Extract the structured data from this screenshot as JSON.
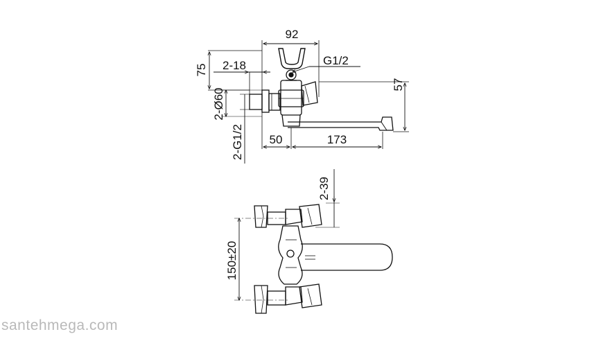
{
  "drawing": {
    "top_view": {
      "dim_width_top": "92",
      "dim_outlet_thread": "G1/2",
      "dim_height_left": "75",
      "dim_offset_2_18": "2-18",
      "dim_diameter": "2-Ø60",
      "dim_inlet_thread": "2-G1/2",
      "dim_spout_height": "57",
      "dim_offset_50": "50",
      "dim_spout_length": "173"
    },
    "front_view": {
      "dim_handle": "2-39",
      "dim_centers": "150±20"
    }
  },
  "watermark": "santehmega.com",
  "colors": {
    "line": "#111111",
    "watermark": "#b9b9b9",
    "background": "#ffffff"
  }
}
